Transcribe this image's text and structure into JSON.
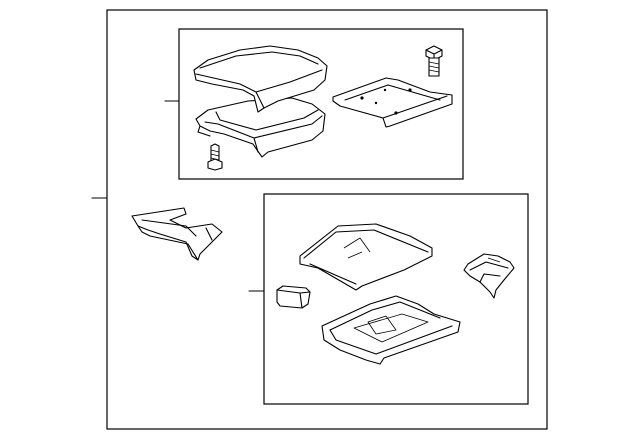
{
  "diagram": {
    "groups": [
      {
        "id": "armrest-lid-group",
        "callout": ""
      },
      {
        "id": "console-tray-group",
        "callout": ""
      }
    ],
    "parts": [
      "armrest-cushion",
      "armrest-base",
      "armrest-hinge-bracket",
      "mounting-bolt",
      "mounting-screw",
      "console-side-bracket",
      "storage-tray-lid",
      "storage-tray",
      "latch-button",
      "latch-clip"
    ],
    "colors": {
      "line": "#000000",
      "background": "#ffffff"
    }
  }
}
